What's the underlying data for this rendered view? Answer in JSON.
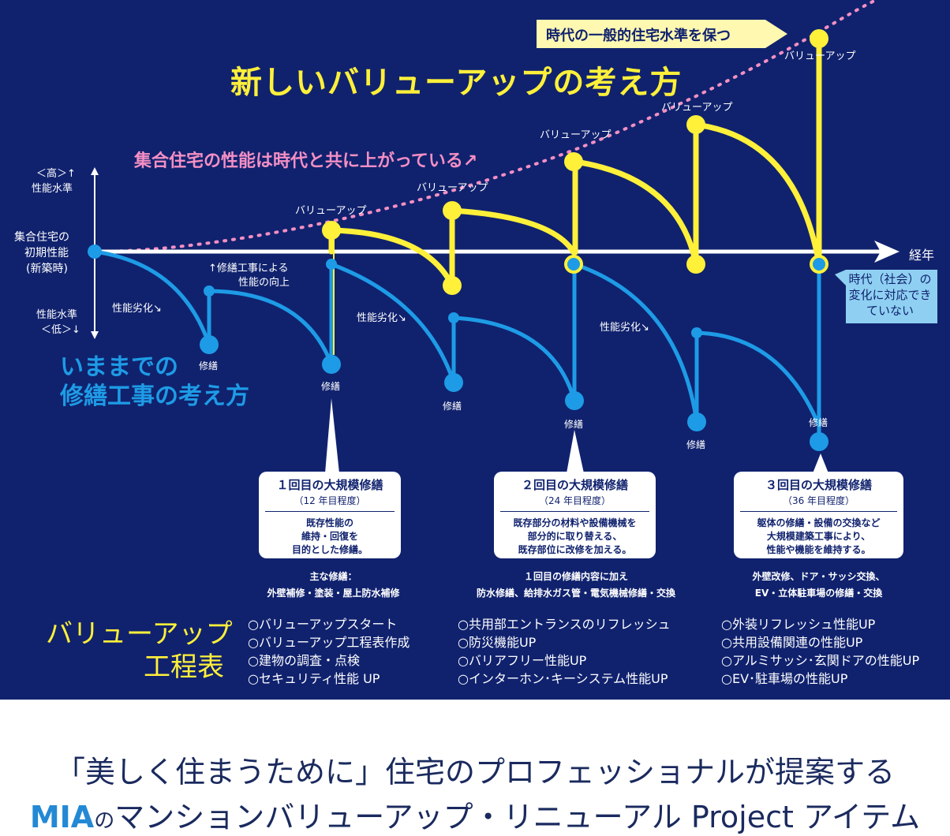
{
  "axis": {
    "x_label": "経年",
    "y_high": "＜高＞↑",
    "y_high_label": "性能水準",
    "y_low_label": "性能水準",
    "y_low": "＜低＞↓",
    "initial_performance": [
      "集合住宅の",
      "初期性能",
      "(新築時)"
    ]
  },
  "headings": {
    "new_approach": "新しいバリューアップの考え方",
    "old_approach": [
      "いままでの",
      "修繕工事の考え方"
    ],
    "trend": "集合住宅の性能は時代と共に上がっている↗",
    "standard": "時代の一般的住宅水準を保つ",
    "gap": "時代（社会）の変化に対応できていない"
  },
  "labels": {
    "value_up": "バリューアップ",
    "repair": "修繕",
    "degradation": "性能劣化↘",
    "repair_improvement": [
      "↑修繕工事による",
      "性能の向上"
    ]
  },
  "colors": {
    "background": "#10226e",
    "value_up_line": "#fff03a",
    "repair_line": "#1e9be6",
    "trend_line": "#f48fc4"
  },
  "major_repairs": [
    {
      "title": "１回目の大規模修繕",
      "period": "（12 年目程度）",
      "body": [
        "既存性能の",
        "維持・回復を",
        "目的とした修繕。"
      ],
      "notes": [
        "主な修繕：",
        "外壁補修・塗装・屋上防水補修"
      ]
    },
    {
      "title": "２回目の大規模修繕",
      "period": "（24 年目程度）",
      "body": [
        "既存部分の材料や設備機械を",
        "部分的に取り替える、",
        "既存部位に改修を加える。"
      ],
      "notes": [
        "１回目の修繕内容に加え",
        "防水修繕、給排水ガス管・電気機械修繕・交換"
      ]
    },
    {
      "title": "３回目の大規模修繕",
      "period": "（36 年目程度）",
      "body": [
        "躯体の修繕・設備の交換など",
        "大規模建築工事により、",
        "性能や機能を維持する。"
      ],
      "notes": [
        "外壁改修、ドア・サッシ交換、",
        "EV・立体駐車場の修繕・交換"
      ]
    }
  ],
  "process": {
    "title": [
      "バリューアップ",
      "工程表"
    ],
    "columns": [
      [
        "○バリューアップスタート",
        "○バリューアップ工程表作成",
        "○建物の調査・点検",
        "○セキュリティ性能 UP"
      ],
      [
        "○共用部エントランスのリフレッシュ",
        "○防災機能UP",
        "○バリアフリー性能UP",
        "○インターホン･キーシステム性能UP"
      ],
      [
        "○外装リフレッシュ性能UP",
        "○共用設備関連の性能UP",
        "○アルミサッシ･玄関ドアの性能UP",
        "○EV･駐車場の性能UP"
      ]
    ]
  },
  "footer": {
    "line1": "「美しく住まうために」住宅のプロフェッショナルが提案する",
    "brand": "MIA",
    "particle": "の",
    "line2": "マンションバリューアップ・リニューアル Project アイテム"
  }
}
